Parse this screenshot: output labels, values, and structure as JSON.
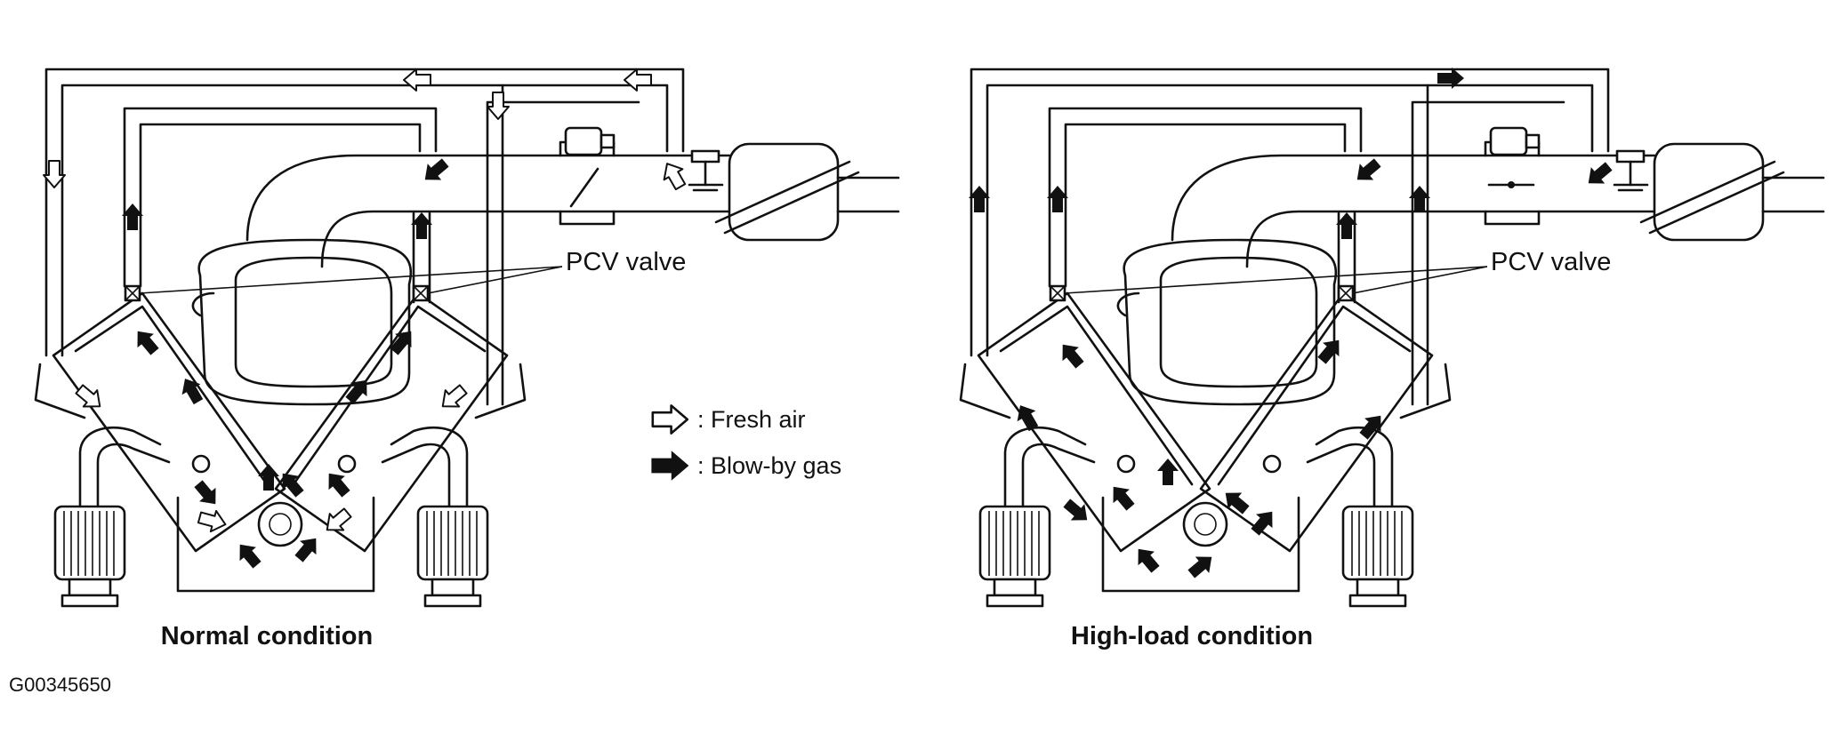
{
  "panels": [
    {
      "id": "normal",
      "caption": "Normal condition",
      "pcv_label": "PCV valve"
    },
    {
      "id": "high",
      "caption": "High-load condition",
      "pcv_label": "PCV valve"
    }
  ],
  "legend": {
    "fresh_air": ": Fresh air",
    "blow_by": ": Blow-by gas"
  },
  "figure_code": "G00345650",
  "colors": {
    "line": "#111111",
    "background": "#ffffff"
  }
}
